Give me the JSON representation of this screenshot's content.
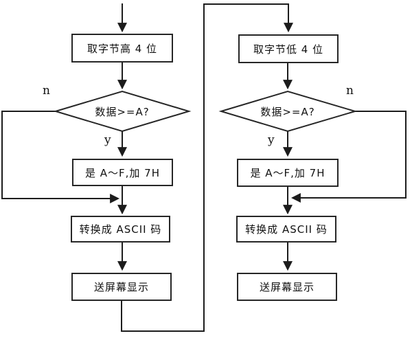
{
  "diagram": {
    "type": "flowchart",
    "left": {
      "box1": "取字节高 4 位",
      "decision": "数据>=A?",
      "no_label": "n",
      "yes_label": "y",
      "box2": "是 A～F,加 7H",
      "box3": "转换成 ASCII 码",
      "box4": "送屏幕显示"
    },
    "right": {
      "box1": "取字节低 4 位",
      "decision": "数据>=A?",
      "no_label": "n",
      "yes_label": "y",
      "box2": "是 A～F,加 7H",
      "box3": "转换成 ASCII 码",
      "box4": "送屏幕显示"
    },
    "colors": {
      "line": "#1c1c1c",
      "box_border": "#262626",
      "background": "#ffffff",
      "text": "#111111"
    }
  }
}
